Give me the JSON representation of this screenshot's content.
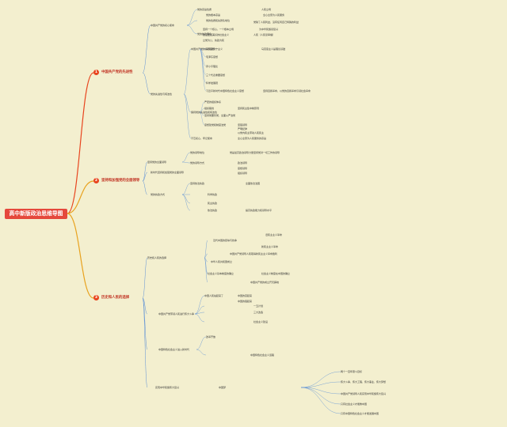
{
  "root": "高中新版政治思维导图",
  "branches": [
    {
      "num": "1",
      "label": "中国共产党的先进性"
    },
    {
      "num": "2",
      "label": "坚持和加强党的全面领导"
    },
    {
      "num": "3",
      "label": "历史和人民的选择"
    }
  ],
  "nodes": [
    "中国共产党的初心使命",
    "党的宗旨性质",
    "党的根本宗旨",
    "人民立场",
    "全心全意为人民服务",
    "党的性质和先锋队地位",
    "党除了人民利益，没有任何自己特殊的利益",
    "党的执政理念",
    "坚持一个核心，一个根本立场",
    "为中华民族谋复兴",
    "建设更加美好的社会主义",
    "人民（人民谋幸福）",
    "立党为公、执政为民",
    "党的先进性与纯洁性",
    "中国共产党的指导思想",
    "马克思列宁主义",
    "马克思主义是理论基础",
    "毛泽东思想",
    "邓小平理论",
    "三个代表重要思想",
    "科学发展观",
    "习近平新时代中国特色社会主义思想",
    "坚持自我革命，以党的自我革命引领社会革命",
    "保持党的先进性和纯洁性",
    "严密的组织体系",
    "组织路线",
    "坚持民主集中制原则",
    "坚持党要管党、全面从严治党",
    "思想建党和制度治党",
    "坚强领导",
    "严明纪律",
    "以党内民主带动人民民主",
    "不忘初心，牢记使命",
    "全心全意为人民服务的宗旨",
    "坚持党的全面领导",
    "党的领导地位",
    "党是最高政治领导力量",
    "坚持党对一切工作的领导",
    "党的领导方式",
    "政治领导",
    "思想领导",
    "组织领导",
    "新时代坚持和加强党的全面领导",
    "党的执政方式",
    "坚持依法执政",
    "全面依法治国",
    "科学执政",
    "民主执政",
    "依法执政",
    "提高执政能力和领导水平",
    "历史和人民的选择",
    "近代中国的屈辱与抗争",
    "旧民主主义革命",
    "新民主主义革命",
    "中国共产党领导人民取得新民主主义革命胜利",
    "中华人民共和国成立",
    "社会主义基本制度的确立",
    "社会主义制度在中国的确立",
    "中国共产党的成立开天辟地",
    "中国共产党带领人民进行伟大斗争",
    "中国人民站起来了",
    "中国的富起来",
    "中国的强起来",
    "一五计划",
    "三大改造",
    "社会主义建设",
    "中国特色社会主义进入新时代",
    "改革开放",
    "中国特色社会主义道路",
    "实现中华民族伟大复兴",
    "中国梦",
    "两个一百年奋斗目标",
    "伟大斗争、伟大工程、伟大事业、伟大梦想",
    "中国共产党领导人民实现中华民族伟大复兴",
    "只有社会主义才能救中国",
    "只有中国特色社会主义才能发展中国"
  ]
}
